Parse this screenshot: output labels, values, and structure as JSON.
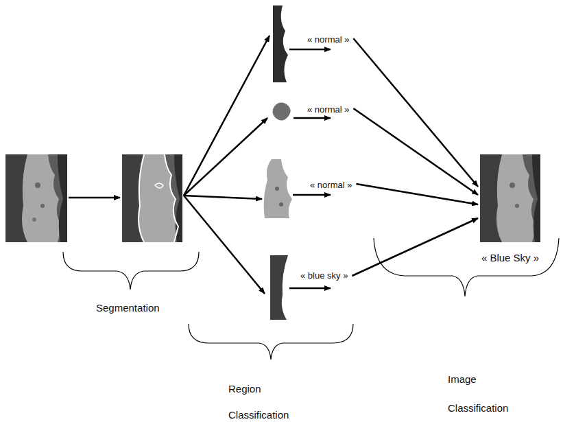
{
  "diagram": {
    "nodes": [
      {
        "text": [
          "« normal »"
        ]
      },
      {
        "text": [
          "« normal »"
        ]
      },
      {
        "text": [
          "« normal »"
        ]
      },
      {
        "text": [
          "« blue sky »"
        ]
      },
      {
        "text": [
          "« Blue Sky »"
        ]
      }
    ],
    "edges": [
      {
        "from": 0,
        "to": 4,
        "arrow": "to"
      },
      {
        "from": 1,
        "to": 4,
        "arrow": "to"
      },
      {
        "from": 2,
        "to": 4,
        "arrow": "to"
      },
      {
        "from": 3,
        "to": 4,
        "arrow": "to"
      }
    ],
    "labels": [
      "Segmentation",
      "Region Classification",
      "Image Classification"
    ]
  }
}
